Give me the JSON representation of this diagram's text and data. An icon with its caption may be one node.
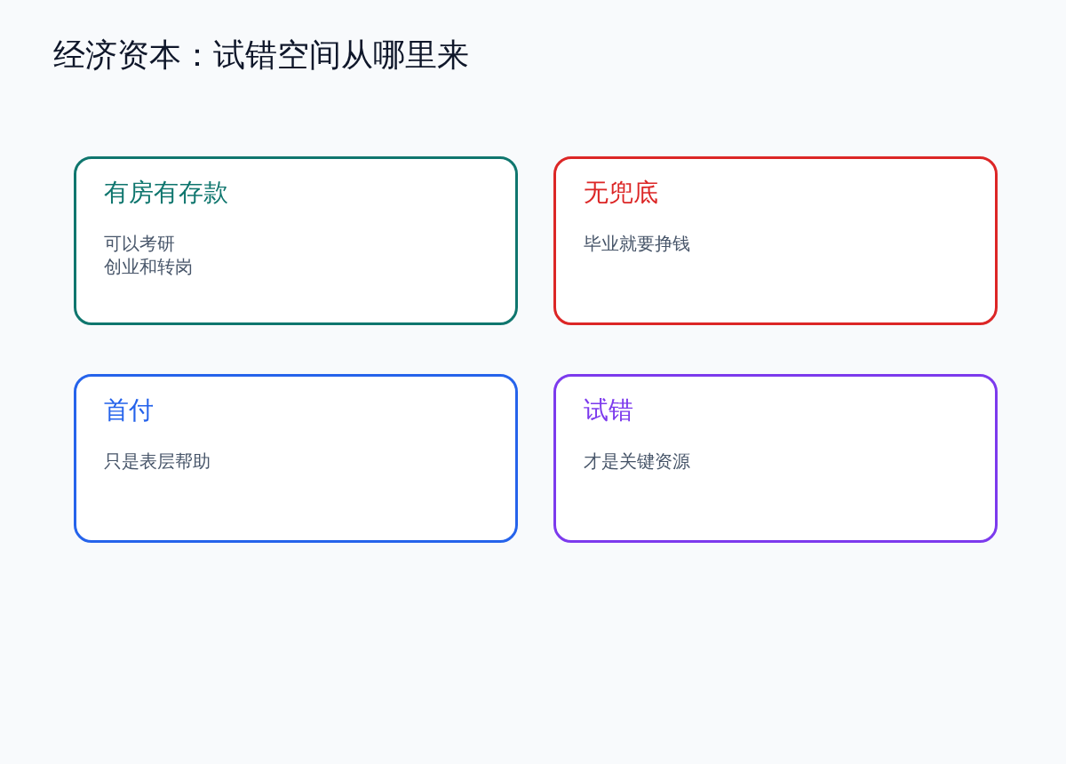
{
  "diagram": {
    "title": "经济资本：试错空间从哪里来",
    "nodes": [
      {
        "text": [
          "有房有存款",
          "可以考研",
          "创业和转岗"
        ]
      },
      {
        "text": [
          "无兜底",
          "毕业就要挣钱"
        ]
      },
      {
        "text": [
          "首付",
          "只是表层帮助"
        ]
      },
      {
        "text": [
          "试错",
          "才是关键资源"
        ]
      }
    ]
  }
}
